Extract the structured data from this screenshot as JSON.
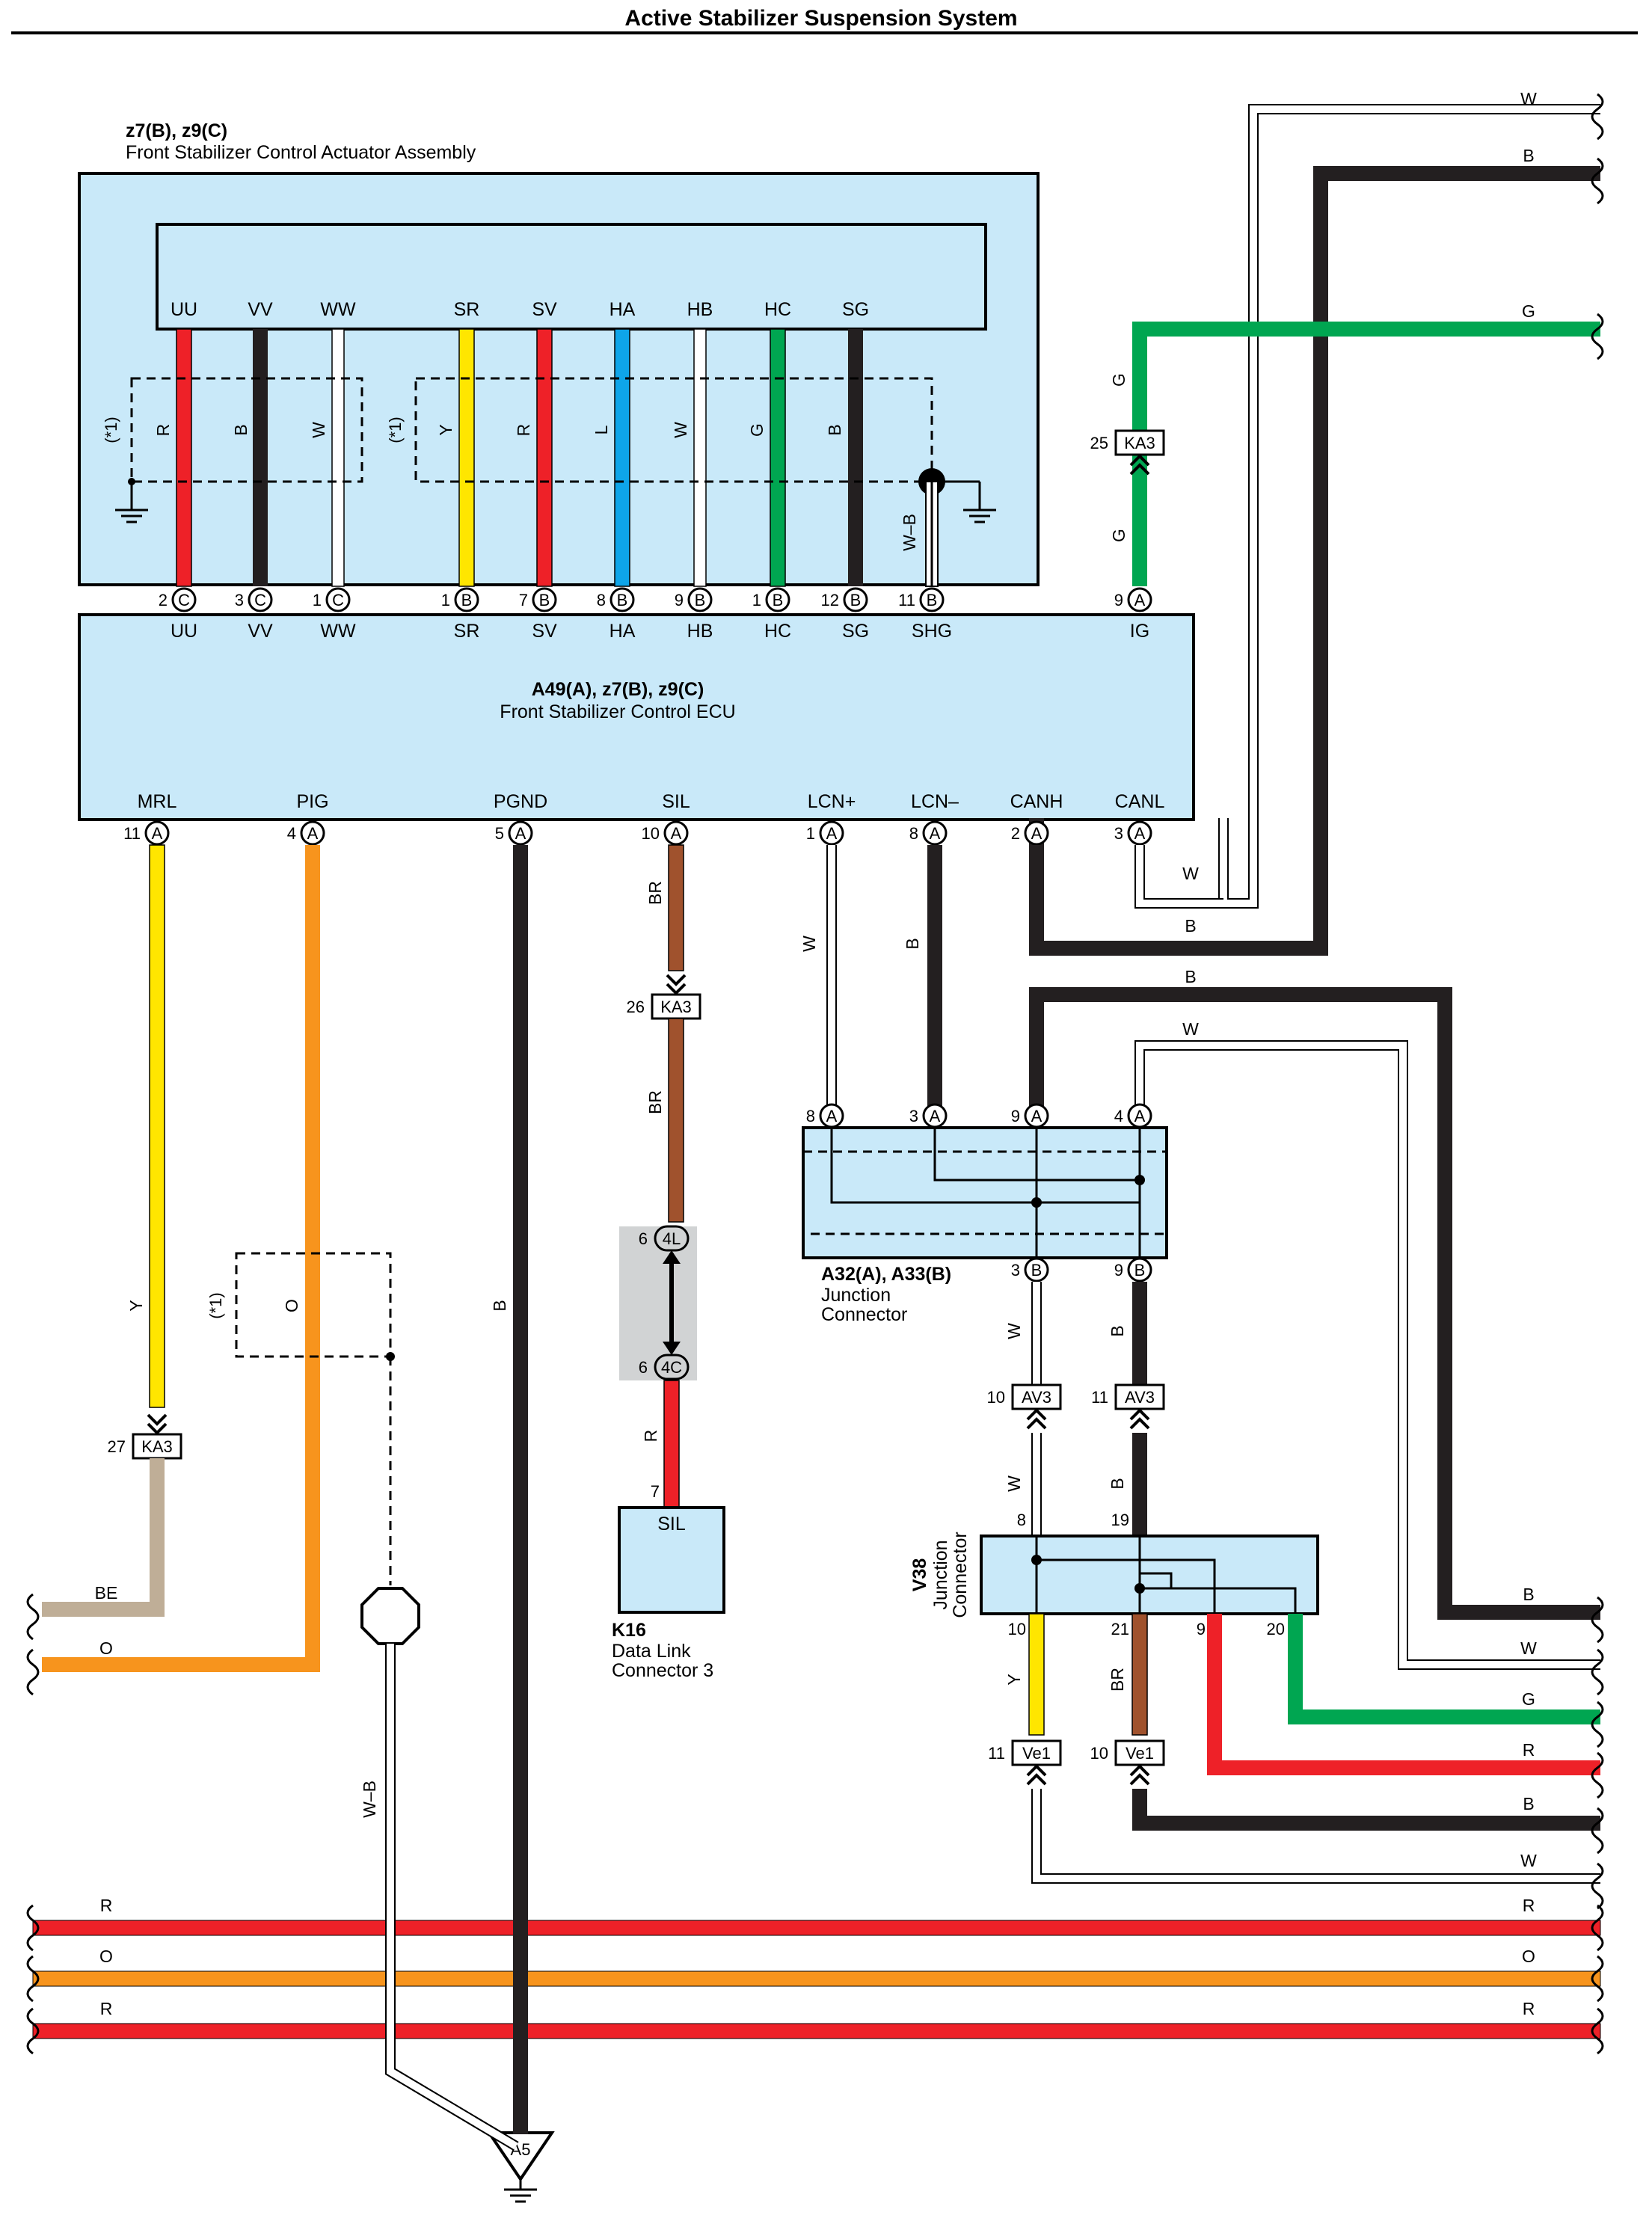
{
  "title": "Active Stabilizer Suspension System",
  "colors": {
    "R": "#ee2128",
    "B": "#231f20",
    "W": "#ffffff",
    "Y": "#ffe600",
    "L": "#0ea5e9",
    "G": "#00a651",
    "BR": "#a0522d",
    "O": "#f7941d",
    "BE": "#bfae97",
    "box": "#c9e9f9"
  },
  "actuator": {
    "codes": "z7(B), z9(C)",
    "name": "Front Stabilizer Control Actuator Assembly",
    "terminals": [
      "UU",
      "VV",
      "WW",
      "SR",
      "SV",
      "HA",
      "HB",
      "HC",
      "SG"
    ],
    "wires": [
      "R",
      "B",
      "W",
      "Y",
      "R",
      "L",
      "W",
      "G",
      "B"
    ],
    "shield_label": "(*1)",
    "shield_wire": "W–B"
  },
  "ecu": {
    "codes": "A49(A), z7(B), z9(C)",
    "name": "Front Stabilizer Control ECU",
    "top_pins": [
      {
        "num": "2",
        "conn": "C",
        "name": "UU"
      },
      {
        "num": "3",
        "conn": "C",
        "name": "VV"
      },
      {
        "num": "1",
        "conn": "C",
        "name": "WW"
      },
      {
        "num": "1",
        "conn": "B",
        "name": "SR"
      },
      {
        "num": "7",
        "conn": "B",
        "name": "SV"
      },
      {
        "num": "8",
        "conn": "B",
        "name": "HA"
      },
      {
        "num": "9",
        "conn": "B",
        "name": "HB"
      },
      {
        "num": "1",
        "conn": "B",
        "name": "HC"
      },
      {
        "num": "12",
        "conn": "B",
        "name": "SG"
      },
      {
        "num": "11",
        "conn": "B",
        "name": "SHG"
      },
      {
        "num": "9",
        "conn": "A",
        "name": "IG"
      }
    ],
    "bottom_pins": [
      {
        "num": "11",
        "conn": "A",
        "name": "MRL"
      },
      {
        "num": "4",
        "conn": "A",
        "name": "PIG"
      },
      {
        "num": "5",
        "conn": "A",
        "name": "PGND"
      },
      {
        "num": "10",
        "conn": "A",
        "name": "SIL"
      },
      {
        "num": "1",
        "conn": "A",
        "name": "LCN+"
      },
      {
        "num": "8",
        "conn": "A",
        "name": "LCN–"
      },
      {
        "num": "2",
        "conn": "A",
        "name": "CANH"
      },
      {
        "num": "3",
        "conn": "A",
        "name": "CANL"
      }
    ]
  },
  "ig_line": {
    "wire": "G",
    "conn": "KA3",
    "pin": "25"
  },
  "mrl_line": {
    "wire": "Y",
    "conn": "KA3",
    "pin": "27",
    "out": "BE"
  },
  "pig_line": {
    "wire": "O",
    "out": "O",
    "shield": "(*1)"
  },
  "pgnd_line": {
    "wire": "B",
    "ground": "A5",
    "shield_wire": "W–B"
  },
  "sil_line": {
    "wire1": "BR",
    "conn1": "KA3",
    "pin1": "26",
    "wire2": "BR",
    "j_top": "4L",
    "j_top_pin": "6",
    "j_bot": "4C",
    "j_bot_pin": "6",
    "wire3": "R",
    "pin_dlc": "7"
  },
  "dlc": {
    "code": "K16",
    "name1": "Data Link",
    "name2": "Connector 3",
    "terminal": "SIL"
  },
  "jc_a32": {
    "code": "A32(A), A33(B)",
    "name1": "Junction",
    "name2": "Connector",
    "top_pins": [
      {
        "num": "8",
        "conn": "A"
      },
      {
        "num": "3",
        "conn": "A"
      },
      {
        "num": "9",
        "conn": "A"
      },
      {
        "num": "4",
        "conn": "A"
      }
    ],
    "bottom_pins": [
      {
        "num": "3",
        "conn": "B"
      },
      {
        "num": "9",
        "conn": "B"
      }
    ]
  },
  "av3": [
    {
      "pin": "10",
      "name": "AV3",
      "wire": "W"
    },
    {
      "pin": "11",
      "name": "AV3",
      "wire": "B"
    }
  ],
  "jc_v38": {
    "code": "V38",
    "name1": "Junction",
    "name2": "Connector",
    "top_pins": [
      "8",
      "19"
    ],
    "bottom_pins": [
      "10",
      "21",
      "9",
      "20"
    ]
  },
  "ve1": [
    {
      "pin": "11",
      "name": "Ve1",
      "wire": "Y"
    },
    {
      "pin": "10",
      "name": "Ve1",
      "wire": "BR"
    }
  ],
  "can_labels": {
    "lcnp": "W",
    "lcnm": "B",
    "canh": "B",
    "canl": "W",
    "top_b": "B",
    "top_w": "W"
  },
  "right_edge": [
    "W",
    "B",
    "G",
    "B",
    "W",
    "G",
    "R",
    "B",
    "W"
  ],
  "bottom_buses": [
    "R",
    "O",
    "R"
  ],
  "left_edge": [
    "BE",
    "O"
  ]
}
